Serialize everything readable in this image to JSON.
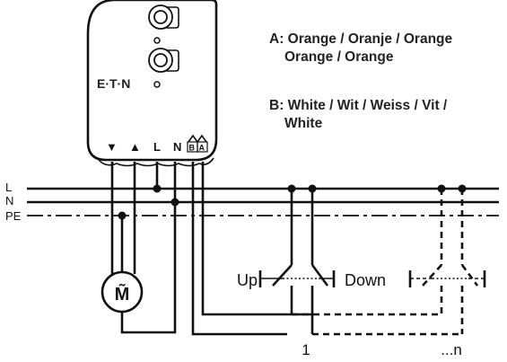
{
  "device": {
    "brand": "E·T·N",
    "terminals": [
      "▼",
      "▲",
      "L",
      "N",
      "B",
      "A"
    ]
  },
  "legend": {
    "a_line1": "A: Orange / Oranje / Orange",
    "a_line2": "Orange / Orange",
    "b_line1": "B: White / Wit / Weiss / Vit /",
    "b_line2": "White"
  },
  "lines": {
    "l": "L",
    "n": "N",
    "pe": "PE"
  },
  "motor": {
    "symbol": "M̃"
  },
  "switch": {
    "up": "Up",
    "down": "Down"
  },
  "switch_numbers": {
    "first": "1",
    "last": "...n"
  }
}
